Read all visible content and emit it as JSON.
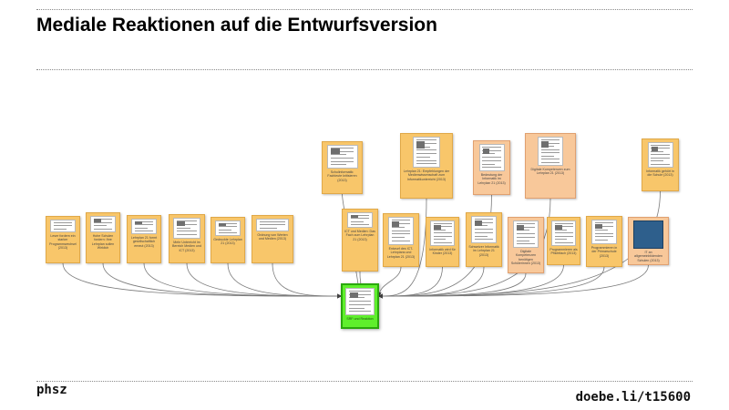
{
  "slide": {
    "title": "Mediale Reaktionen auf die Entwurfsversion",
    "brand": "phsz",
    "reference": "doebe.li/t15600"
  },
  "diagram": {
    "center": {
      "id": "center",
      "label": "SRF und Reaktion",
      "color": "#5fef2c"
    },
    "node_color": "#f8c66a",
    "nodes": [
      {
        "id": "n1",
        "label": "Leser fordern ein starker Programmwechsel (2013)"
      },
      {
        "id": "n2",
        "label": "Hohe Schulen fordern: Ihre Lehrplan sollen Wirklich"
      },
      {
        "id": "n3",
        "label": "Lehrplan 21 formt gesellschaftlich erneut (2013)"
      },
      {
        "id": "n4",
        "label": "Mehr Unterricht im Bereich Medien und ICT (2013)"
      },
      {
        "id": "n5",
        "label": "Gedruckte Lehrplan 21 (2013)"
      },
      {
        "id": "n6",
        "label": "Ordnung von Werten und Medien (2013)"
      },
      {
        "id": "n7",
        "label": "Schulinformatik: Fachleute kritisieren (2013)"
      },
      {
        "id": "n8",
        "label": "Lehrplan 21: Empfehlungen der Medienwissenschaft zum Informatikunterricht (2013)"
      },
      {
        "id": "n9",
        "label": "Bedeutung der Informatik im Lehrplan 21 (2013)"
      },
      {
        "id": "n10",
        "label": "Digitale Kompetenzen zum Lehrplan 21 (2013)"
      },
      {
        "id": "n11",
        "label": "Informatik gehört in die Schule (2013)"
      },
      {
        "id": "n12",
        "label": "ICT und Medien: Das Fach zum Lehrplan 21 (2013)"
      },
      {
        "id": "n13",
        "label": "Entwurf des ICT-Lehrplans und Lehrplan 21 (2013)"
      },
      {
        "id": "n14",
        "label": "Informatik wird für Kinder (2013)"
      },
      {
        "id": "n15",
        "label": "Schweizer Informatik im Lehrplan 21 (2013)"
      },
      {
        "id": "n16",
        "label": "Digitale Kompetenzen benötigen Schülerinnen (2013)"
      },
      {
        "id": "n17",
        "label": "Programmieren als Pflichtfach (2013)"
      },
      {
        "id": "n18",
        "label": "Programmieren in der Primarschule (2013)"
      },
      {
        "id": "n19",
        "label": "IT an allgemeinbildenden Schulen (2013)"
      }
    ]
  }
}
